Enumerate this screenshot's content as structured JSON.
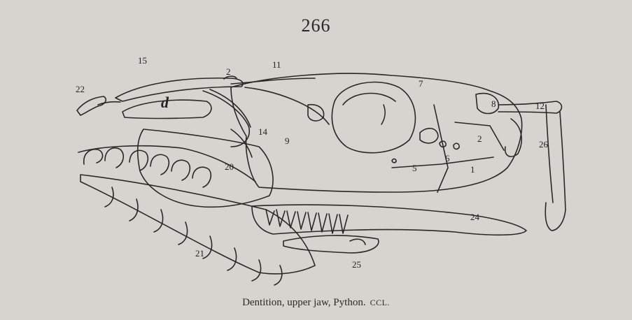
{
  "page_number": "266",
  "figure": {
    "labels": {
      "l15": "15",
      "l2a": "2",
      "l11": "11",
      "l22": "22",
      "ld": "d",
      "l7": "7",
      "l8": "8",
      "l12": "12",
      "l14": "14",
      "l9": "9",
      "l2b": "2",
      "l26": "26",
      "l20": "20",
      "l6": "6",
      "l5": "5",
      "l1": "1",
      "l24": "24",
      "l21": "21",
      "l25": "25"
    }
  },
  "caption": {
    "text": "Dentition, upper jaw, Python.",
    "credit": "CCL."
  },
  "colors": {
    "paper": "#d6d4cf",
    "ink": "#2a2826"
  }
}
